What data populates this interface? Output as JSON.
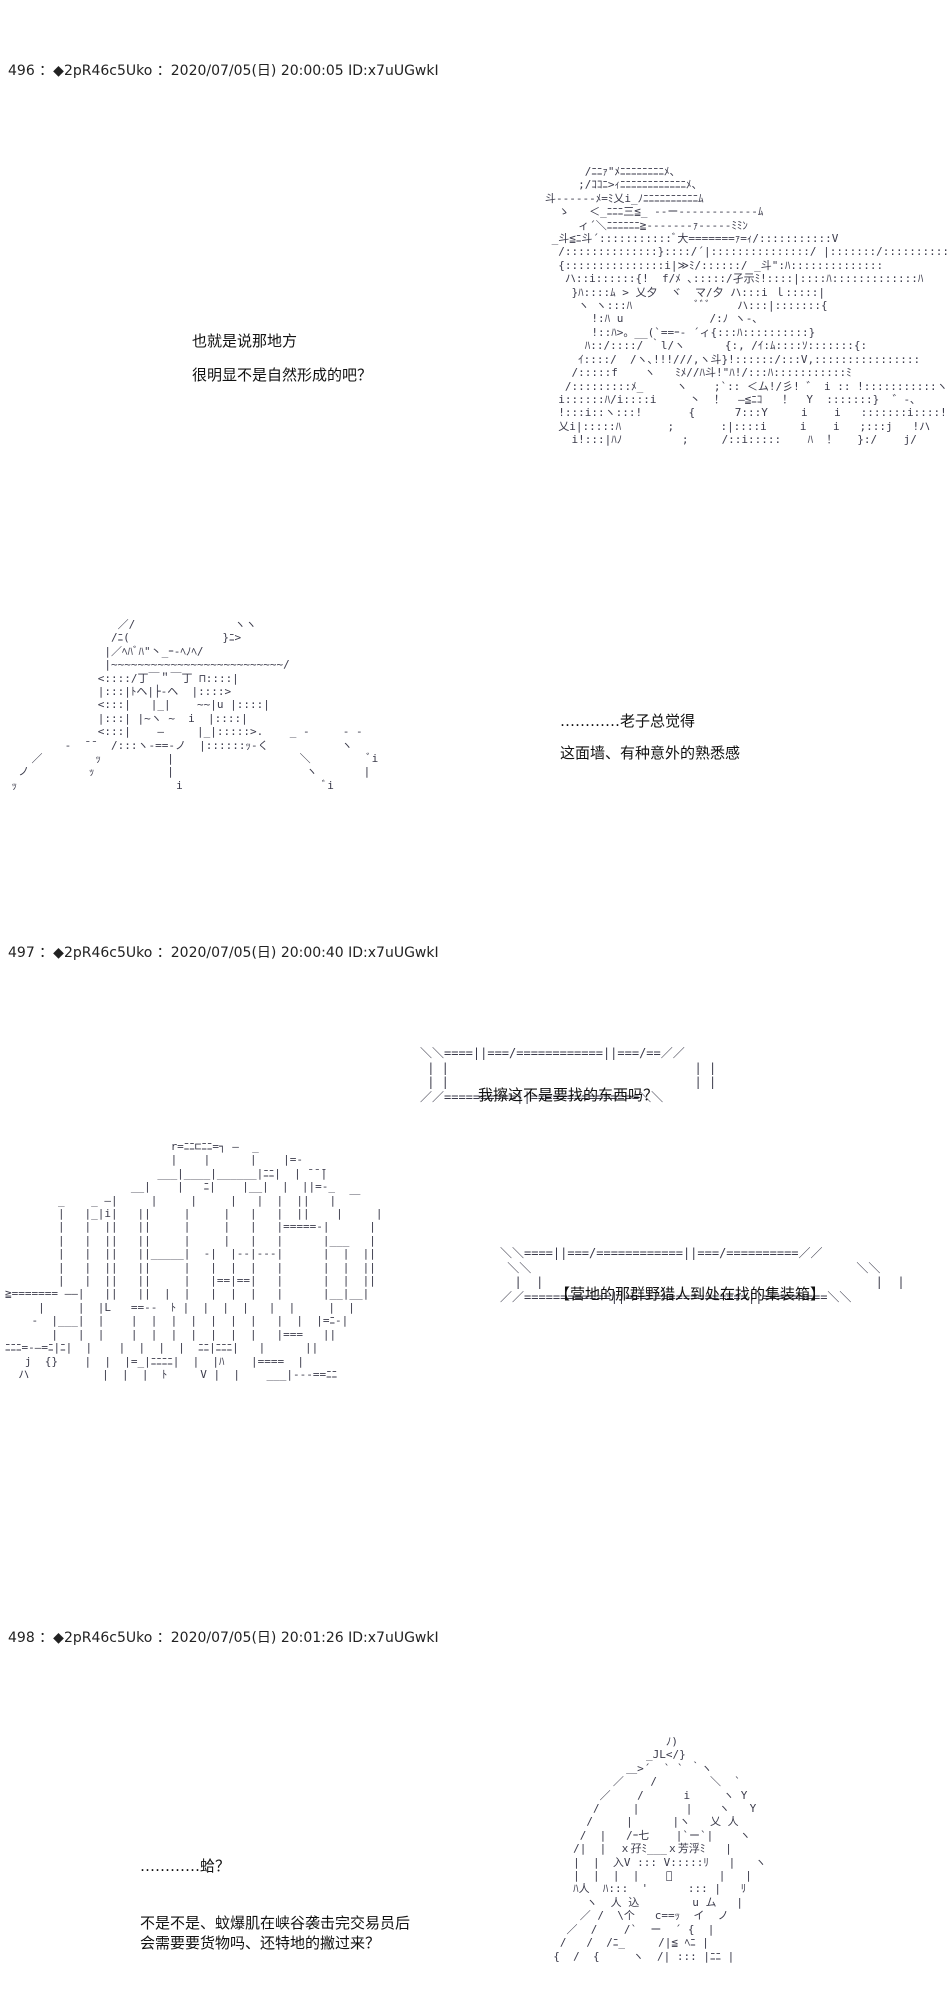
{
  "posts": [
    {
      "header": "496 ：◆2pR46c5Uko ：2020/07/05(日) 20:00:05 ID:x7uUGwkI",
      "lines": [
        "也就是说那地方",
        "很明显不是自然形成的吧？"
      ],
      "lines2": [
        "…………老子总觉得",
        "这面墙、有种意外的熟悉感"
      ]
    },
    {
      "header": "497 ：◆2pR46c5Uko ：2020/07/05(日) 20:00:40 ID:x7uUGwkI",
      "box1": "我擦这不是要找的东西吗？",
      "box2": "【营地的那群野猎人到处在找的集装箱】"
    },
    {
      "header": "498 ：◆2pR46c5Uko ：2020/07/05(日) 20:01:26 ID:x7uUGwkI",
      "lines": [
        "…………蛤？",
        "",
        "不是不是、蚊爆肌在峡谷袭击完交易员后",
        "会需要要货物吗、还特地的撇过来？"
      ]
    }
  ]
}
